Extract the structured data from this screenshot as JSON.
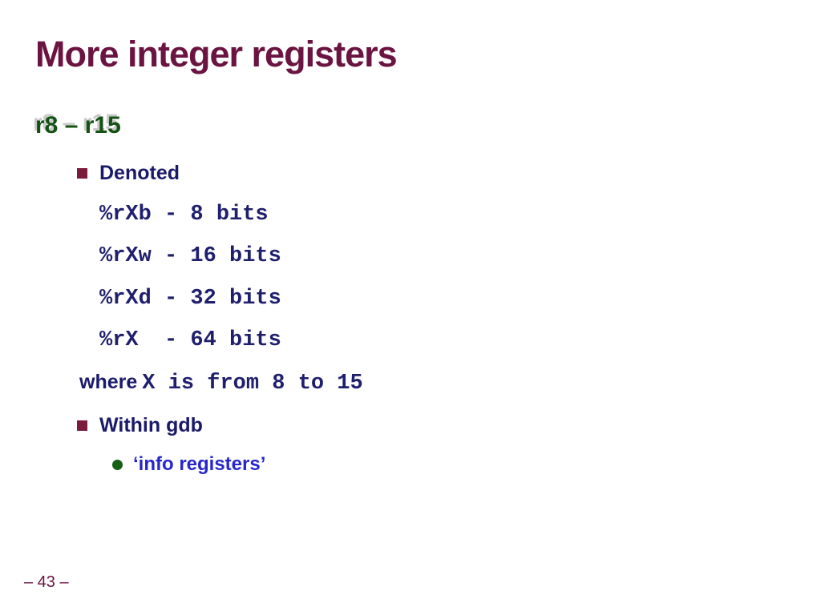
{
  "slide": {
    "title": "More integer registers",
    "heading": "r8 – r15",
    "bullets": {
      "denoted_label": "Denoted",
      "within_gdb_label": "Within gdb",
      "sub_bullet_label": "‘info registers’"
    },
    "mono_lines": [
      "%rXb - 8 bits",
      "%rXw - 16 bits",
      "%rXd - 32 bits",
      "%rX  - 64 bits"
    ],
    "where_line": {
      "prefix": "where",
      "mono_part": "X is from 8 to 15"
    },
    "footer": {
      "page_number": "– 43 –"
    },
    "colors": {
      "title_maroon": "#6B1341",
      "heading_green": "#145214",
      "body_navy": "#1A1A6B",
      "mono_navy": "#1F1F6E",
      "sub_bullet_blue": "#2626CC",
      "square_bullet_maroon": "#7A1B3C",
      "round_bullet_green": "#156015"
    }
  }
}
